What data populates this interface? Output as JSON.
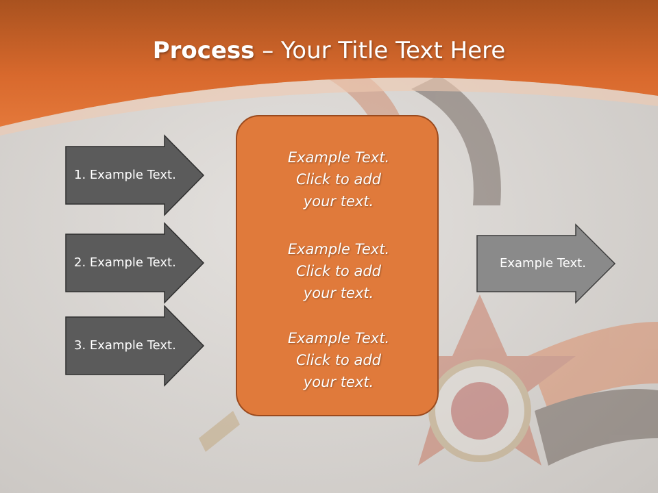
{
  "slide": {
    "title_bold": "Process",
    "title_rest": " – Your Title Text Here"
  },
  "left_arrows": [
    {
      "label": "1. Example Text."
    },
    {
      "label": "2. Example Text."
    },
    {
      "label": "3. Example Text."
    }
  ],
  "center_box": {
    "paragraphs": [
      {
        "lines": [
          "Example Text.",
          "Click  to add",
          "your text."
        ]
      },
      {
        "lines": [
          "Example Text.",
          "Click  to add",
          "your text."
        ]
      },
      {
        "lines": [
          "Example Text.",
          "Click  to add",
          "your text."
        ]
      }
    ]
  },
  "right_arrow": {
    "label": "Example Text."
  },
  "colors": {
    "header_orange": "#d8692d",
    "box_orange": "#e07a3b",
    "arrow_dark": "#5b5b5b",
    "arrow_light": "#8a8a8a"
  }
}
